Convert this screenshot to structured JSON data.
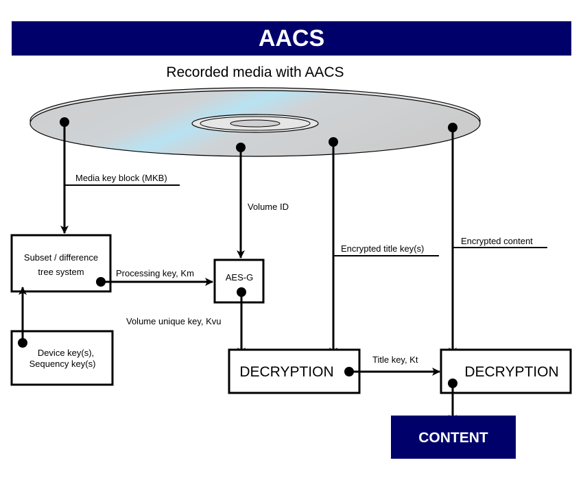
{
  "header": {
    "title": "AACS"
  },
  "disc": {
    "label": "Recorded media with AACS"
  },
  "labels": {
    "mkb": "Media key block (MKB)",
    "volume_id": "Volume ID",
    "encrypted_title_key": "Encrypted title key(s)",
    "encrypted_content": "Encrypted content",
    "processing_key": "Processing key, Km",
    "volume_unique_key": "Volume unique key, Kvu",
    "title_key": "Title key, Kt"
  },
  "boxes": {
    "subset_tree_line1": "Subset / difference",
    "subset_tree_line2": "tree system",
    "device_keys_line1": "Device key(s),",
    "device_keys_line2": "Sequency key(s)",
    "aes_g": "AES-G",
    "decryption_1": "DECRYPTION",
    "decryption_2": "DECRYPTION",
    "content": "CONTENT"
  },
  "colors": {
    "header_bg": "#00006b",
    "header_text": "#ffffff",
    "content_bg": "#00006b",
    "disc_fill": "#cccccc",
    "disc_highlight": "#b8e2f2"
  }
}
